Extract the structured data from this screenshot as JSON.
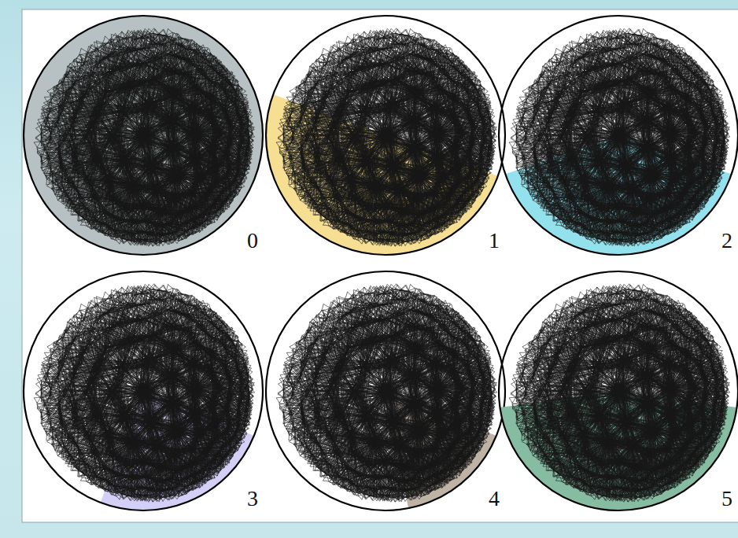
{
  "diagram": {
    "labels": [
      "0",
      "1",
      "2",
      "3",
      "4",
      "5"
    ]
  }
}
